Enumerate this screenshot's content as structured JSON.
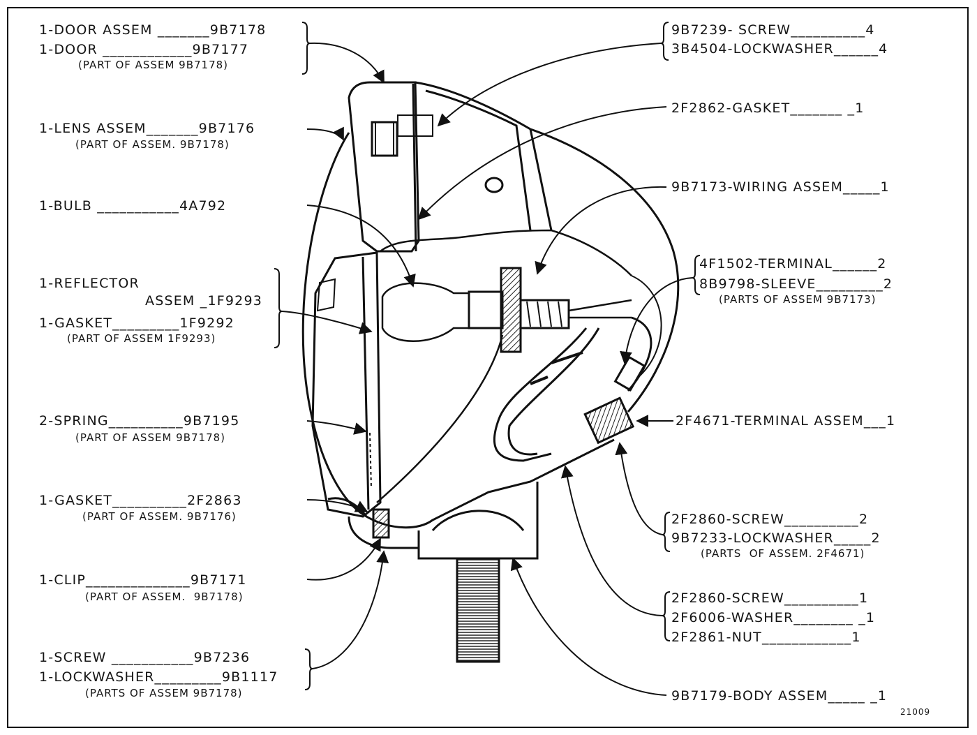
{
  "figure_number": "21009",
  "left_callouts": [
    {
      "id": "door-assem",
      "line1": "1-DOOR ASSEM _______9B7178"
    },
    {
      "id": "door",
      "line1": "1-DOOR ____________9B7177",
      "note": "(PART OF ASSEM 9B7178)"
    },
    {
      "id": "lens-assem",
      "line1": "1-LENS ASSEM_______9B7176",
      "note": "(PART OF ASSEM. 9B7178)"
    },
    {
      "id": "bulb",
      "line1": "1-BULB ___________4A792"
    },
    {
      "id": "reflector",
      "line1": "1-REFLECTOR",
      "line2": "ASSEM _1F9293"
    },
    {
      "id": "gasket-reflector",
      "line1": "1-GASKET_________1F9292",
      "note": "(PART OF ASSEM 1F9293)"
    },
    {
      "id": "spring",
      "line1": "2-SPRING__________9B7195",
      "note": "(PART OF ASSEM 9B7178)"
    },
    {
      "id": "gasket-lens",
      "line1": "1-GASKET__________2F2863",
      "note": "(PART OF ASSEM. 9B7176)"
    },
    {
      "id": "clip",
      "line1": "1-CLIP______________9B7171",
      "note": "(PART OF ASSEM.  9B7178)"
    },
    {
      "id": "screw",
      "line1": "1-SCREW ___________9B7236"
    },
    {
      "id": "lockwasher",
      "line1": "1-LOCKWASHER_________9B1117",
      "note": "(PARTS OF ASSEM 9B7178)"
    }
  ],
  "right_callouts": [
    {
      "id": "screw-9b7239",
      "line1": "9B7239- SCREW__________4"
    },
    {
      "id": "lockwasher-3b4504",
      "line1": "3B4504-LOCKWASHER______4"
    },
    {
      "id": "gasket-2f2862",
      "line1": "2F2862-GASKET_______ _1"
    },
    {
      "id": "wiring-assem",
      "line1": "9B7173-WIRING ASSEM_____1"
    },
    {
      "id": "terminal-4f1502",
      "line1": "4F1502-TERMINAL______2"
    },
    {
      "id": "sleeve-8b9798",
      "line1": "8B9798-SLEEVE_________2",
      "note": "(PARTS OF ASSEM 9B7173)"
    },
    {
      "id": "terminal-assem",
      "line1": "2F4671-TERMINAL ASSEM___1"
    },
    {
      "id": "screw-2f2860a",
      "line1": "2F2860-SCREW__________2"
    },
    {
      "id": "lockwasher-9b7233",
      "line1": "9B7233-LOCKWASHER_____2",
      "note": "(PARTS  OF ASSEM. 2F4671)"
    },
    {
      "id": "screw-2f2860b",
      "line1": "2F2860-SCREW__________1"
    },
    {
      "id": "washer-2f6006",
      "line1": "2F6006-WASHER________ _1"
    },
    {
      "id": "nut-2f2861",
      "line1": "2F2861-NUT____________1"
    },
    {
      "id": "body-assem",
      "line1": "9B7179-BODY ASSEM_____ _1"
    }
  ]
}
